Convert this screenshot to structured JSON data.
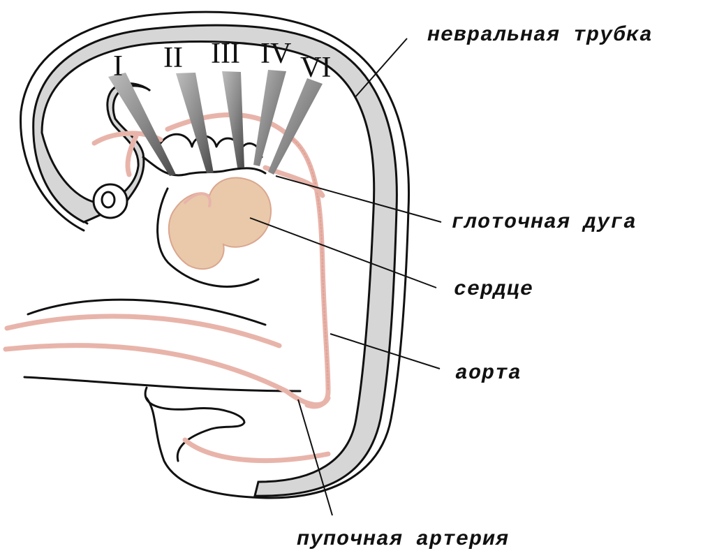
{
  "arches": [
    {
      "id": "I",
      "label": "I"
    },
    {
      "id": "II",
      "label": "II"
    },
    {
      "id": "III",
      "label": "III"
    },
    {
      "id": "IV",
      "label": "IV"
    },
    {
      "id": "VI",
      "label": "VI"
    }
  ],
  "labels": {
    "neural_tube": "невральная трубка",
    "pharyngeal_arch": "глоточная дуга",
    "heart": "сердце",
    "aorta": "аорта",
    "umbilical_artery": "пупочная артерия"
  },
  "colors": {
    "tube_fill": "#d6d6d6",
    "vessel": "#e8b4aa",
    "heart": "#e9c9aa",
    "outline": "#111111"
  }
}
